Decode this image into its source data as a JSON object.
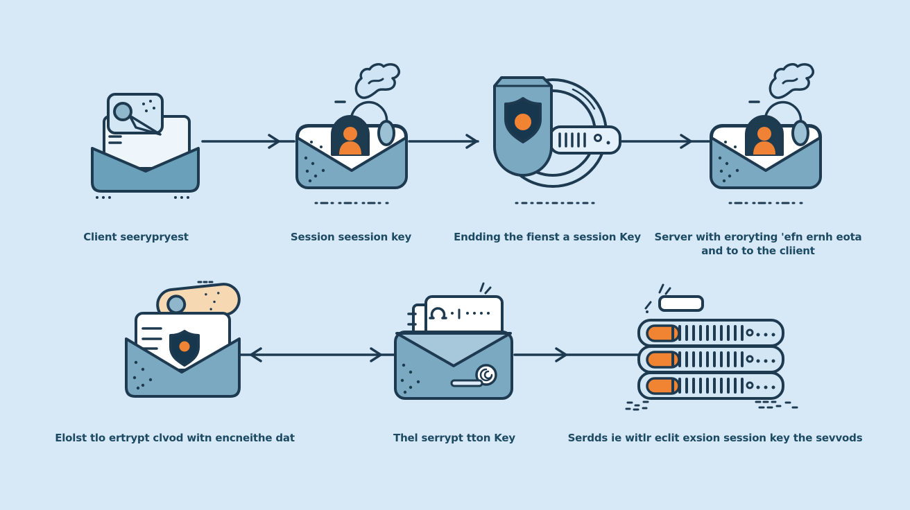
{
  "diagram": {
    "palette": {
      "background": "#d7e9f7",
      "outline_navy": "#1e3a50",
      "steel_blue": "#7aa9c1",
      "steel_blue_dark": "#6ba0bb",
      "light_blue_band": "#d5e8f6",
      "card_blue": "#d4e7f5",
      "white": "#ffffff",
      "accent_orange": "#f08433",
      "dark_shield_navy": "#16374d",
      "peach": "#f6d8b2",
      "label_text": "#1d4a63"
    },
    "steps": {
      "top": [
        {
          "icon": "envelope-search-icon",
          "label": "Client seerypryest"
        },
        {
          "icon": "envelope-user-mouse-icon",
          "label": "Session seession key"
        },
        {
          "icon": "shield-key-rotation-icon",
          "label": "Endding the fienst a session Key"
        },
        {
          "icon": "envelope-user-mouse-icon",
          "label": "Server with eroryting 'efn ernh eota and to to the cliient"
        }
      ],
      "bottom": [
        {
          "icon": "envelope-shield-toggle-icon",
          "label": "Elolst tlo ertrypt clvod witn encneithe dat"
        },
        {
          "icon": "envelope-card-seal-icon",
          "label": "Thel serrypt tton Key"
        },
        {
          "icon": "server-rack-icon",
          "label": "Serdds ie witlr eclit exsion session key the sevvods"
        }
      ]
    }
  }
}
